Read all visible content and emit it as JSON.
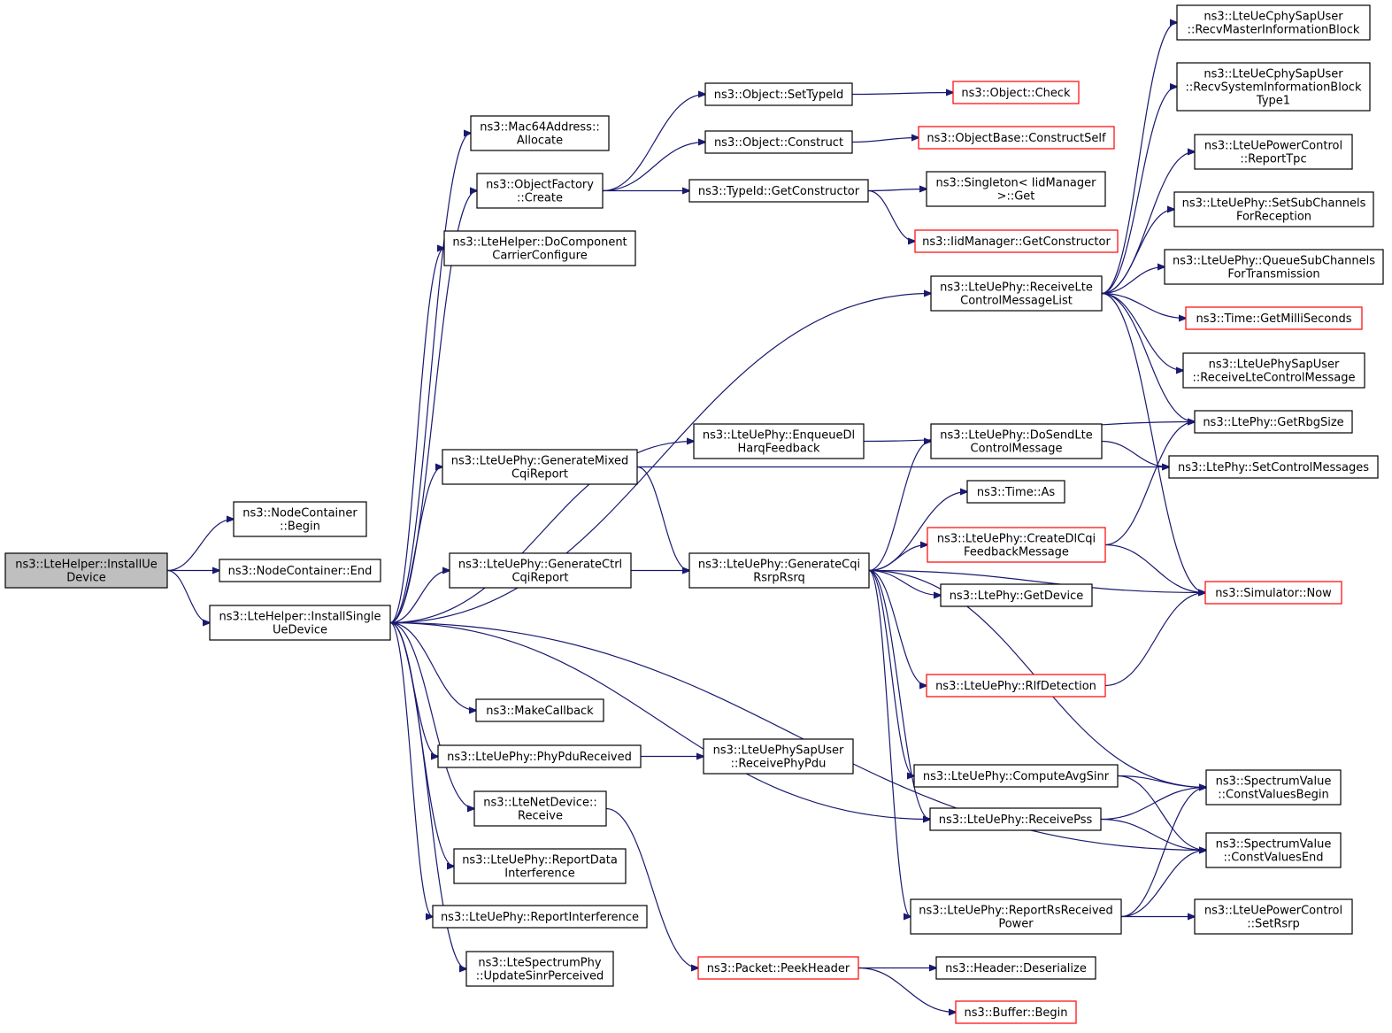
{
  "graph": {
    "nodes": [
      {
        "id": "installue",
        "lines": [
          "ns3::LteHelper::InstallUe",
          "Device"
        ],
        "style": "root"
      },
      {
        "id": "nodecont_begin",
        "lines": [
          "ns3::NodeContainer",
          "::Begin"
        ]
      },
      {
        "id": "nodecont_end",
        "lines": [
          "ns3::NodeContainer::End"
        ]
      },
      {
        "id": "installsingle",
        "lines": [
          "ns3::LteHelper::InstallSingle",
          "UeDevice"
        ]
      },
      {
        "id": "mac64",
        "lines": [
          "ns3::Mac64Address::",
          "Allocate"
        ]
      },
      {
        "id": "objfactory",
        "lines": [
          "ns3::ObjectFactory",
          "::Create"
        ]
      },
      {
        "id": "docomp",
        "lines": [
          "ns3::LteHelper::DoComponent",
          "CarrierConfigure"
        ]
      },
      {
        "id": "genmixed",
        "lines": [
          "ns3::LteUePhy::GenerateMixed",
          "CqiReport"
        ]
      },
      {
        "id": "genctrl",
        "lines": [
          "ns3::LteUePhy::GenerateCtrl",
          "CqiReport"
        ]
      },
      {
        "id": "makecb",
        "lines": [
          "ns3::MakeCallback"
        ]
      },
      {
        "id": "phypdu",
        "lines": [
          "ns3::LteUePhy::PhyPduReceived"
        ]
      },
      {
        "id": "netdevrecv",
        "lines": [
          "ns3::LteNetDevice::",
          "Receive"
        ]
      },
      {
        "id": "reportdata",
        "lines": [
          "ns3::LteUePhy::ReportData",
          "Interference"
        ]
      },
      {
        "id": "reportintf",
        "lines": [
          "ns3::LteUePhy::ReportInterference"
        ]
      },
      {
        "id": "updatesinr",
        "lines": [
          "ns3::LteSpectrumPhy",
          "::UpdateSinrPerceived"
        ]
      },
      {
        "id": "settypeid",
        "lines": [
          "ns3::Object::SetTypeId"
        ]
      },
      {
        "id": "construct",
        "lines": [
          "ns3::Object::Construct"
        ]
      },
      {
        "id": "getctor",
        "lines": [
          "ns3::TypeId::GetConstructor"
        ]
      },
      {
        "id": "enqueue",
        "lines": [
          "ns3::LteUePhy::EnqueueDl",
          "HarqFeedback"
        ]
      },
      {
        "id": "gencqi",
        "lines": [
          "ns3::LteUePhy::GenerateCqi",
          "RsrpRsrq"
        ]
      },
      {
        "id": "recvphypdu",
        "lines": [
          "ns3::LteUePhySapUser",
          "::ReceivePhyPdu"
        ]
      },
      {
        "id": "peekheader",
        "lines": [
          "ns3::Packet::PeekHeader"
        ],
        "style": "red"
      },
      {
        "id": "check",
        "lines": [
          "ns3::Object::Check"
        ],
        "style": "red"
      },
      {
        "id": "constructself",
        "lines": [
          "ns3::ObjectBase::ConstructSelf"
        ],
        "style": "red"
      },
      {
        "id": "singleton",
        "lines": [
          "ns3::Singleton< IidManager",
          ">::Get"
        ]
      },
      {
        "id": "iidctor",
        "lines": [
          "ns3::IidManager::GetConstructor"
        ],
        "style": "red"
      },
      {
        "id": "recvctrllist",
        "lines": [
          "ns3::LteUePhy::ReceiveLte",
          "ControlMessageList"
        ]
      },
      {
        "id": "dosend",
        "lines": [
          "ns3::LteUePhy::DoSendLte",
          "ControlMessage"
        ]
      },
      {
        "id": "timeas",
        "lines": [
          "ns3::Time::As"
        ]
      },
      {
        "id": "createdlcqi",
        "lines": [
          "ns3::LteUePhy::CreateDlCqi",
          "FeedbackMessage"
        ],
        "style": "red"
      },
      {
        "id": "getdevice",
        "lines": [
          "ns3::LtePhy::GetDevice"
        ]
      },
      {
        "id": "rlf",
        "lines": [
          "ns3::LteUePhy::RlfDetection"
        ],
        "style": "red"
      },
      {
        "id": "avgsinr",
        "lines": [
          "ns3::LteUePhy::ComputeAvgSinr"
        ]
      },
      {
        "id": "recvpss",
        "lines": [
          "ns3::LteUePhy::ReceivePss"
        ]
      },
      {
        "id": "rsrecv",
        "lines": [
          "ns3::LteUePhy::ReportRsReceived",
          "Power"
        ]
      },
      {
        "id": "deserialize",
        "lines": [
          "ns3::Header::Deserialize"
        ]
      },
      {
        "id": "bufbegin",
        "lines": [
          "ns3::Buffer::Begin"
        ],
        "style": "red"
      },
      {
        "id": "recvmib",
        "lines": [
          "ns3::LteUeCphySapUser",
          "::RecvMasterInformationBlock"
        ]
      },
      {
        "id": "recvsib",
        "lines": [
          "ns3::LteUeCphySapUser",
          "::RecvSystemInformationBlock",
          "Type1"
        ]
      },
      {
        "id": "reporttpc",
        "lines": [
          "ns3::LteUePowerControl",
          "::ReportTpc"
        ]
      },
      {
        "id": "setsubch",
        "lines": [
          "ns3::LteUePhy::SetSubChannels",
          "ForReception"
        ]
      },
      {
        "id": "queuesubch",
        "lines": [
          "ns3::LteUePhy::QueueSubChannels",
          "ForTransmission"
        ]
      },
      {
        "id": "getmilli",
        "lines": [
          "ns3::Time::GetMilliSeconds"
        ],
        "style": "red"
      },
      {
        "id": "recvltectrl",
        "lines": [
          "ns3::LteUePhySapUser",
          "::ReceiveLteControlMessage"
        ]
      },
      {
        "id": "rbgsize",
        "lines": [
          "ns3::LtePhy::GetRbgSize"
        ]
      },
      {
        "id": "setctrlmsgs",
        "lines": [
          "ns3::LtePhy::SetControlMessages"
        ]
      },
      {
        "id": "simnow",
        "lines": [
          "ns3::Simulator::Now"
        ],
        "style": "red"
      },
      {
        "id": "cvbegin",
        "lines": [
          "ns3::SpectrumValue",
          "::ConstValuesBegin"
        ]
      },
      {
        "id": "cvend",
        "lines": [
          "ns3::SpectrumValue",
          "::ConstValuesEnd"
        ]
      },
      {
        "id": "setrsrp",
        "lines": [
          "ns3::LteUePowerControl",
          "::SetRsrp"
        ]
      }
    ],
    "edges": [
      [
        "installue",
        "nodecont_begin"
      ],
      [
        "installue",
        "nodecont_end"
      ],
      [
        "installue",
        "installsingle"
      ],
      [
        "installsingle",
        "mac64"
      ],
      [
        "installsingle",
        "objfactory"
      ],
      [
        "installsingle",
        "docomp"
      ],
      [
        "installsingle",
        "genmixed"
      ],
      [
        "installsingle",
        "genctrl"
      ],
      [
        "installsingle",
        "makecb"
      ],
      [
        "installsingle",
        "phypdu"
      ],
      [
        "installsingle",
        "netdevrecv"
      ],
      [
        "installsingle",
        "reportdata"
      ],
      [
        "installsingle",
        "reportintf"
      ],
      [
        "installsingle",
        "updatesinr"
      ],
      [
        "installsingle",
        "recvctrllist"
      ],
      [
        "installsingle",
        "enqueue"
      ],
      [
        "installsingle",
        "recvpss"
      ],
      [
        "installsingle",
        "cvend"
      ],
      [
        "objfactory",
        "settypeid"
      ],
      [
        "objfactory",
        "construct"
      ],
      [
        "objfactory",
        "getctor"
      ],
      [
        "settypeid",
        "check"
      ],
      [
        "construct",
        "constructself"
      ],
      [
        "getctor",
        "singleton"
      ],
      [
        "getctor",
        "iidctor"
      ],
      [
        "genmixed",
        "gencqi"
      ],
      [
        "genmixed",
        "setctrlmsgs"
      ],
      [
        "genctrl",
        "gencqi"
      ],
      [
        "phypdu",
        "recvphypdu"
      ],
      [
        "netdevrecv",
        "peekheader"
      ],
      [
        "peekheader",
        "deserialize"
      ],
      [
        "peekheader",
        "bufbegin"
      ],
      [
        "enqueue",
        "rbgsize"
      ],
      [
        "gencqi",
        "dosend"
      ],
      [
        "gencqi",
        "timeas"
      ],
      [
        "gencqi",
        "createdlcqi"
      ],
      [
        "gencqi",
        "getdevice"
      ],
      [
        "gencqi",
        "simnow"
      ],
      [
        "gencqi",
        "rlf"
      ],
      [
        "gencqi",
        "avgsinr"
      ],
      [
        "gencqi",
        "recvpss"
      ],
      [
        "gencqi",
        "rsrecv"
      ],
      [
        "gencqi",
        "cvbegin"
      ],
      [
        "recvctrllist",
        "recvmib"
      ],
      [
        "recvctrllist",
        "recvsib"
      ],
      [
        "recvctrllist",
        "reporttpc"
      ],
      [
        "recvctrllist",
        "setsubch"
      ],
      [
        "recvctrllist",
        "queuesubch"
      ],
      [
        "recvctrllist",
        "getmilli"
      ],
      [
        "recvctrllist",
        "recvltectrl"
      ],
      [
        "recvctrllist",
        "rbgsize"
      ],
      [
        "recvctrllist",
        "simnow"
      ],
      [
        "dosend",
        "setctrlmsgs"
      ],
      [
        "createdlcqi",
        "rbgsize"
      ],
      [
        "createdlcqi",
        "simnow"
      ],
      [
        "rlf",
        "simnow"
      ],
      [
        "avgsinr",
        "cvbegin"
      ],
      [
        "avgsinr",
        "cvend"
      ],
      [
        "recvpss",
        "cvbegin"
      ],
      [
        "recvpss",
        "cvend"
      ],
      [
        "rsrecv",
        "cvbegin"
      ],
      [
        "rsrecv",
        "cvend"
      ],
      [
        "rsrecv",
        "setrsrp"
      ]
    ]
  }
}
